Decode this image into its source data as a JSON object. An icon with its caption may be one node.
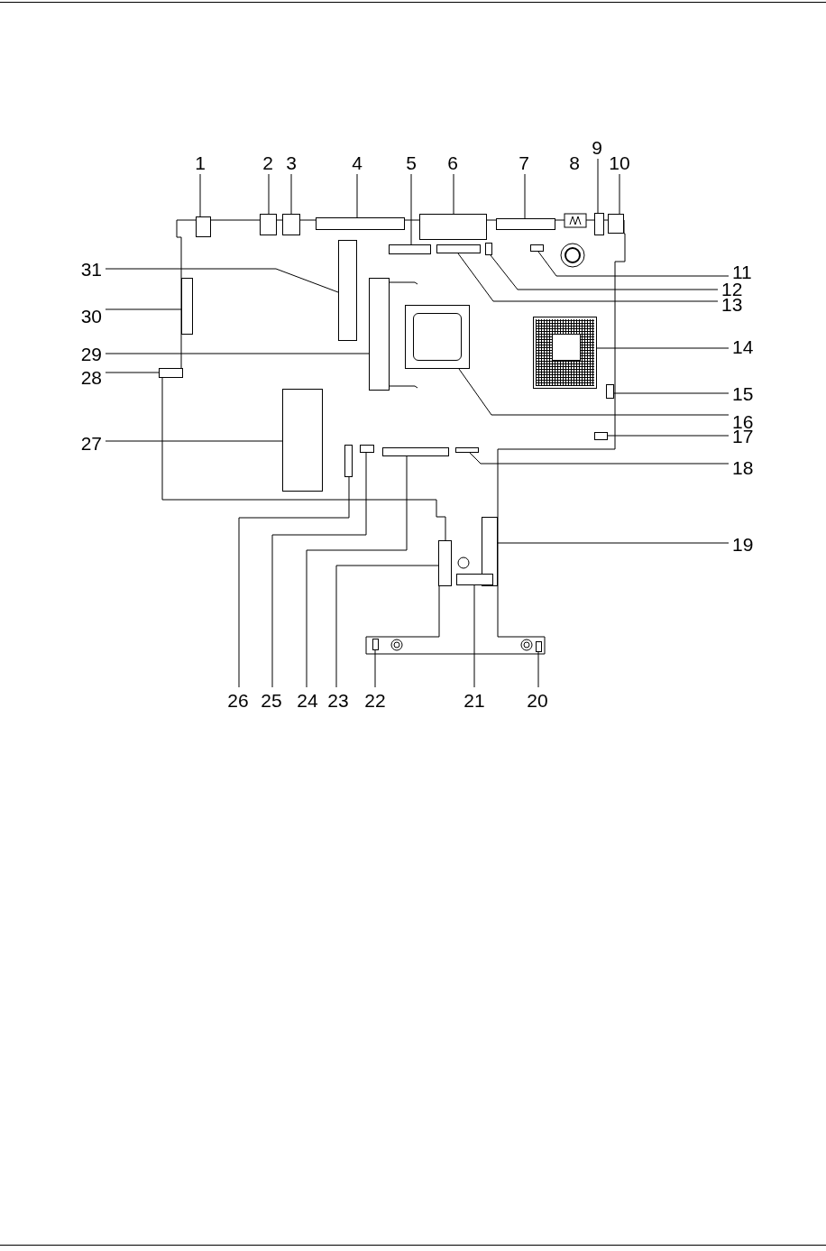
{
  "diagram": {
    "nodes": [
      {
        "text": [
          "1"
        ]
      },
      {
        "text": [],
        "shape": "box"
      },
      {
        "text": [
          "2"
        ]
      },
      {
        "text": [],
        "shape": "box"
      },
      {
        "text": [
          "3"
        ]
      },
      {
        "text": [],
        "shape": "box"
      },
      {
        "text": [
          "4"
        ]
      },
      {
        "text": [],
        "shape": "box"
      },
      {
        "text": [
          "5"
        ]
      },
      {
        "text": [],
        "shape": "box"
      },
      {
        "text": [
          "6"
        ]
      },
      {
        "text": [],
        "shape": "box"
      },
      {
        "text": [
          "7"
        ]
      },
      {
        "text": [],
        "shape": "box"
      },
      {
        "text": [
          "9"
        ]
      },
      {
        "text": [],
        "shape": "box"
      },
      {
        "text": [
          "10"
        ]
      },
      {
        "text": [],
        "shape": "box"
      },
      {
        "text": [
          "11"
        ]
      },
      {
        "text": [],
        "shape": "box"
      },
      {
        "text": [
          "12"
        ]
      },
      {
        "text": [],
        "shape": "box"
      },
      {
        "text": [
          "13"
        ]
      },
      {
        "text": [],
        "shape": "box"
      },
      {
        "text": [
          "14"
        ]
      },
      {
        "text": [],
        "shape": "box"
      },
      {
        "text": [
          "15"
        ]
      },
      {
        "text": [],
        "shape": "box"
      },
      {
        "text": [
          "16"
        ]
      },
      {
        "text": [],
        "shape": "box"
      },
      {
        "text": [
          "17"
        ]
      },
      {
        "text": [],
        "shape": "box"
      },
      {
        "text": [
          "18"
        ]
      },
      {
        "text": [],
        "shape": "box"
      },
      {
        "text": [
          "19"
        ]
      },
      {
        "text": [],
        "shape": "box"
      },
      {
        "text": [
          "20"
        ]
      },
      {
        "text": [],
        "shape": "box"
      },
      {
        "text": [
          "21"
        ]
      },
      {
        "text": [],
        "shape": "box"
      },
      {
        "text": [
          "22"
        ]
      },
      {
        "text": [],
        "shape": "box"
      },
      {
        "text": [
          "23"
        ]
      },
      {
        "text": [],
        "shape": "box"
      },
      {
        "text": [
          "24"
        ]
      },
      {
        "text": [],
        "shape": "box"
      },
      {
        "text": [
          "25"
        ]
      },
      {
        "text": [],
        "shape": "box"
      },
      {
        "text": [
          "26"
        ]
      },
      {
        "text": [],
        "shape": "box"
      },
      {
        "text": [
          "27"
        ]
      },
      {
        "text": [],
        "shape": "box"
      },
      {
        "text": [
          "28"
        ]
      },
      {
        "text": [],
        "shape": "box"
      },
      {
        "text": [
          "29"
        ]
      },
      {
        "text": [],
        "shape": "box"
      },
      {
        "text": [
          "30"
        ]
      },
      {
        "text": [],
        "shape": "box"
      },
      {
        "text": [
          "31"
        ]
      },
      {
        "text": [],
        "shape": "box"
      }
    ],
    "edges": [
      {
        "from": 0,
        "to": 1,
        "arrow": "none"
      },
      {
        "from": 2,
        "to": 3,
        "arrow": "none"
      },
      {
        "from": 4,
        "to": 5,
        "arrow": "none"
      },
      {
        "from": 6,
        "to": 7,
        "arrow": "none"
      },
      {
        "from": 8,
        "to": 9,
        "arrow": "none"
      },
      {
        "from": 10,
        "to": 11,
        "arrow": "none"
      },
      {
        "from": 12,
        "to": 13,
        "arrow": "none"
      },
      {
        "from": 14,
        "to": 15,
        "arrow": "none"
      },
      {
        "from": 16,
        "to": 17,
        "arrow": "none"
      },
      {
        "from": 18,
        "to": 19,
        "arrow": "none"
      },
      {
        "from": 20,
        "to": 21,
        "arrow": "none"
      },
      {
        "from": 22,
        "to": 23,
        "arrow": "none"
      },
      {
        "from": 24,
        "to": 25,
        "arrow": "none"
      },
      {
        "from": 26,
        "to": 27,
        "arrow": "none"
      },
      {
        "from": 28,
        "to": 29,
        "arrow": "none"
      },
      {
        "from": 30,
        "to": 31,
        "arrow": "none"
      },
      {
        "from": 32,
        "to": 33,
        "arrow": "none"
      },
      {
        "from": 34,
        "to": 35,
        "arrow": "none"
      },
      {
        "from": 36,
        "to": 37,
        "arrow": "none"
      },
      {
        "from": 38,
        "to": 39,
        "arrow": "none"
      },
      {
        "from": 40,
        "to": 41,
        "arrow": "none"
      },
      {
        "from": 42,
        "to": 43,
        "arrow": "none"
      },
      {
        "from": 44,
        "to": 45,
        "arrow": "none"
      },
      {
        "from": 46,
        "to": 47,
        "arrow": "none"
      },
      {
        "from": 48,
        "to": 49,
        "arrow": "none"
      },
      {
        "from": 50,
        "to": 51,
        "arrow": "none"
      },
      {
        "from": 52,
        "to": 53,
        "arrow": "none"
      },
      {
        "from": 54,
        "to": 55,
        "arrow": "none"
      },
      {
        "from": 56,
        "to": 57,
        "arrow": "none"
      },
      {
        "from": 58,
        "to": 59,
        "arrow": "none"
      }
    ],
    "labels": [
      "8"
    ]
  }
}
